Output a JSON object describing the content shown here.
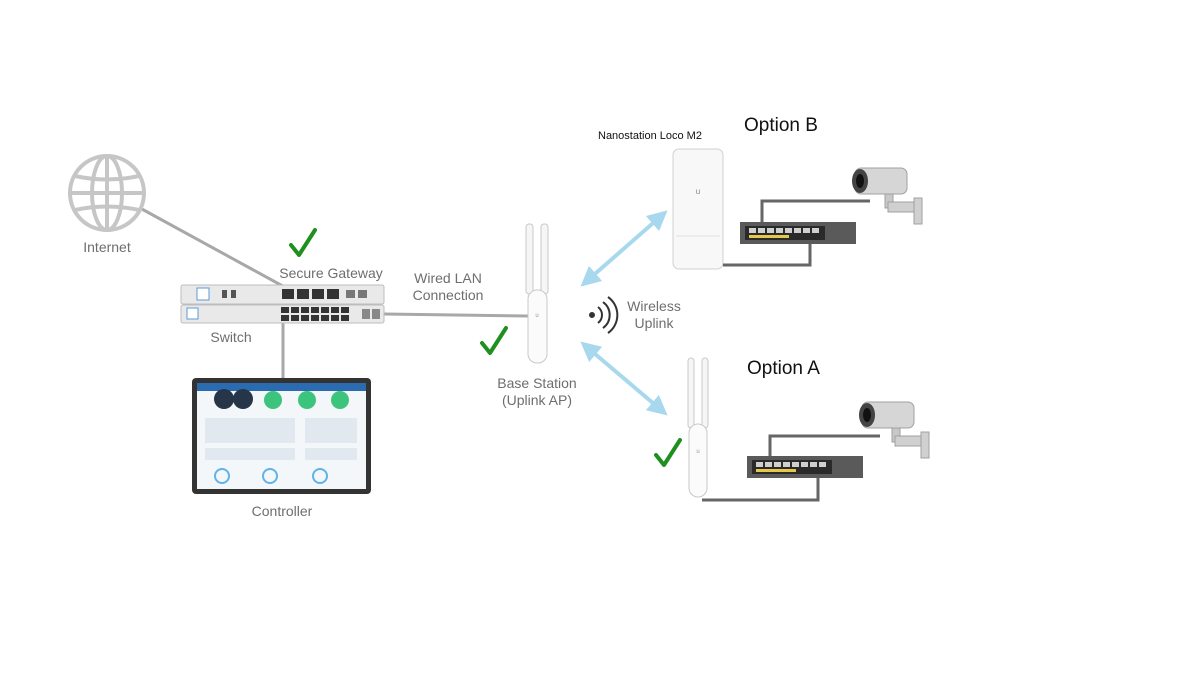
{
  "labels": {
    "internet": "Internet",
    "secure_gateway": "Secure Gateway",
    "switch": "Switch",
    "controller": "Controller",
    "wired_lan": "Wired LAN\nConnection",
    "base_station": "Base Station\n(Uplink AP)",
    "wireless_uplink": "Wireless\nUplink",
    "option_b": "Option B",
    "option_a": "Option A",
    "nanostation": "Nanostation Loco M2"
  },
  "colors": {
    "check": "#1f8f1f",
    "arrow": "#a8d8ee",
    "cable": "#9a9a9a",
    "device_gray": "#c8c8c8"
  },
  "icons": [
    "globe-icon",
    "check-icon",
    "wifi-signal-icon",
    "camera-icon",
    "poe-switch-icon"
  ]
}
